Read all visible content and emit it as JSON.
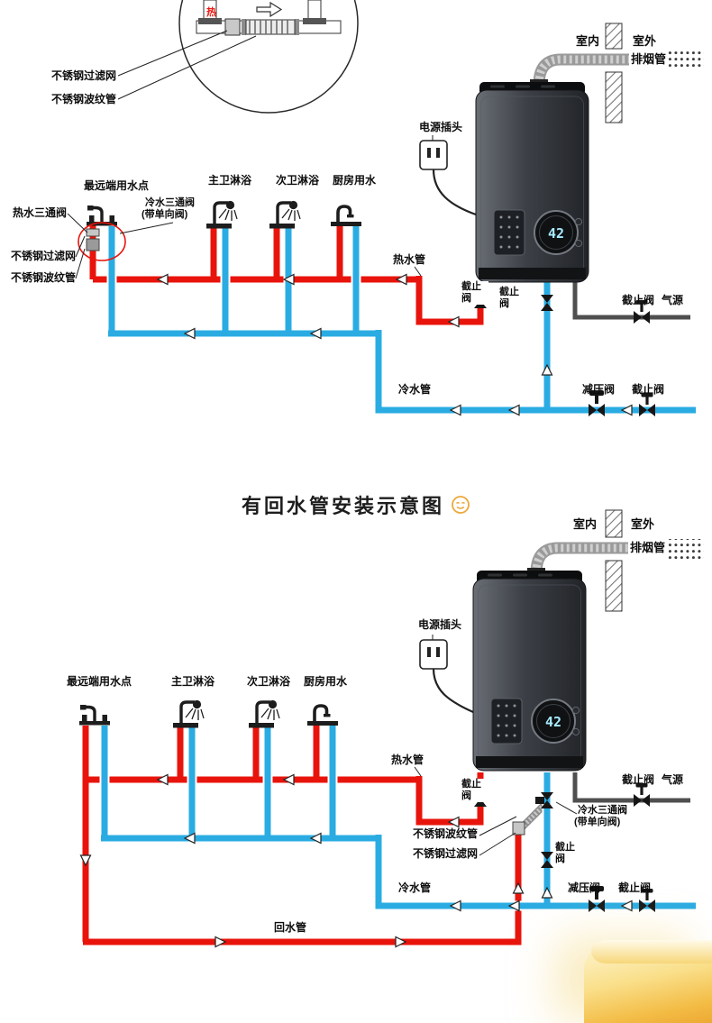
{
  "title": {
    "text": "有回水管安装示意图"
  },
  "heater": {
    "display": "42"
  },
  "colors": {
    "hot": "#e8140c",
    "cold": "#2aace3",
    "gas": "#4f4f4f",
    "accent": "#eda93c"
  },
  "labels": {
    "indoor": "室内",
    "outdoor": "室外",
    "flue_pipe": "排烟管",
    "power_plug": "电源插头",
    "farthest_point": "最远端用水点",
    "master_shower": "主卫淋浴",
    "second_shower": "次卫淋浴",
    "kitchen_water": "厨房用水",
    "hot_pipe": "热水管",
    "cold_pipe": "冷水管",
    "return_pipe": "回水管",
    "stop_valve": "截止阀",
    "gas_source": "气源",
    "pressure_reducing_valve": "减压阀",
    "hot_tee_valve": "热水三通阀",
    "cold_tee_valve": "冷水三通阀",
    "check_valve_note": "(带单向阀)",
    "ss_filter": "不锈钢过滤网",
    "ss_corrugated": "不锈钢波纹管",
    "hot_char": "热"
  }
}
